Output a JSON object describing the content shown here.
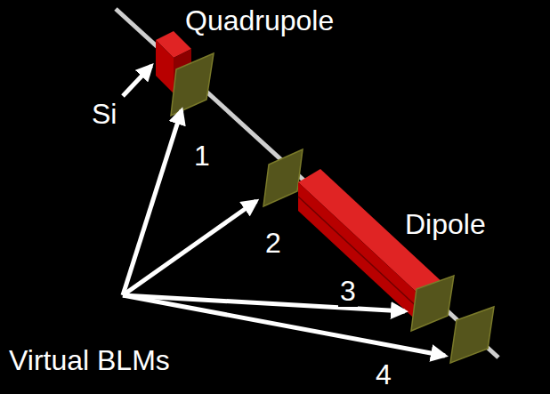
{
  "diagram": {
    "labels": [
      "Quadrupole",
      "Si",
      "1",
      "2",
      "Dipole",
      "3",
      "4",
      "Virtual BLMs"
    ]
  }
}
